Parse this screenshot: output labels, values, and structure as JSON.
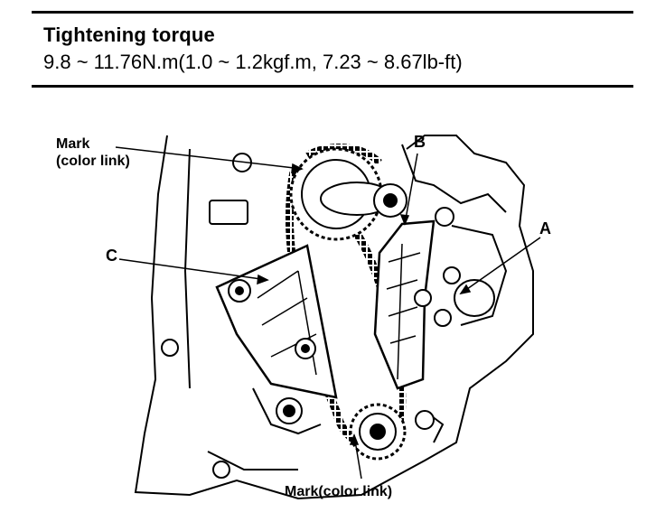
{
  "spec": {
    "title": "Tightening torque",
    "value": "9.8 ~ 11.76N.m(1.0 ~ 1.2kgf.m, 7.23 ~ 8.67lb-ft)"
  },
  "callouts": {
    "mark_top_line1": "Mark",
    "mark_top_line2": "(color link)",
    "b": "B",
    "a": "A",
    "c": "C",
    "mark_bottom": "Mark(color link)"
  }
}
